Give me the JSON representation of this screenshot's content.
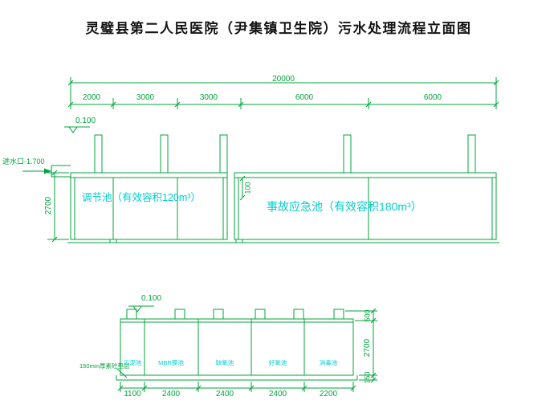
{
  "title": "灵璧县第二人民医院（尹集镇卫生院）污水处理流程立面图",
  "colors": {
    "line": "#00a33c",
    "dim": "#00a33c",
    "label": "#00cccc"
  },
  "upper_view": {
    "total_dim": "20000",
    "segment_dims": [
      "2000",
      "3000",
      "3000",
      "6000",
      "6000"
    ],
    "elevation_mark": "0.100",
    "inlet_label": "进水口-1.700",
    "height_dim": "2700",
    "gap_dim": "100",
    "tank1_label": "调节池（有效容积120m³）",
    "tank2_label": "事故应急池（有效容积180m³）"
  },
  "lower_view": {
    "elevation_mark": "0.100",
    "base_note": "150mm厚素砼垫层",
    "compartment_labels": [
      "污泥池",
      "MBR膜池",
      "缺氧池",
      "好氧池",
      "消毒池"
    ],
    "height_dims": [
      "500",
      "2700",
      "150"
    ],
    "bottom_dims": [
      "1100",
      "2400",
      "2400",
      "2400",
      "2200"
    ]
  }
}
